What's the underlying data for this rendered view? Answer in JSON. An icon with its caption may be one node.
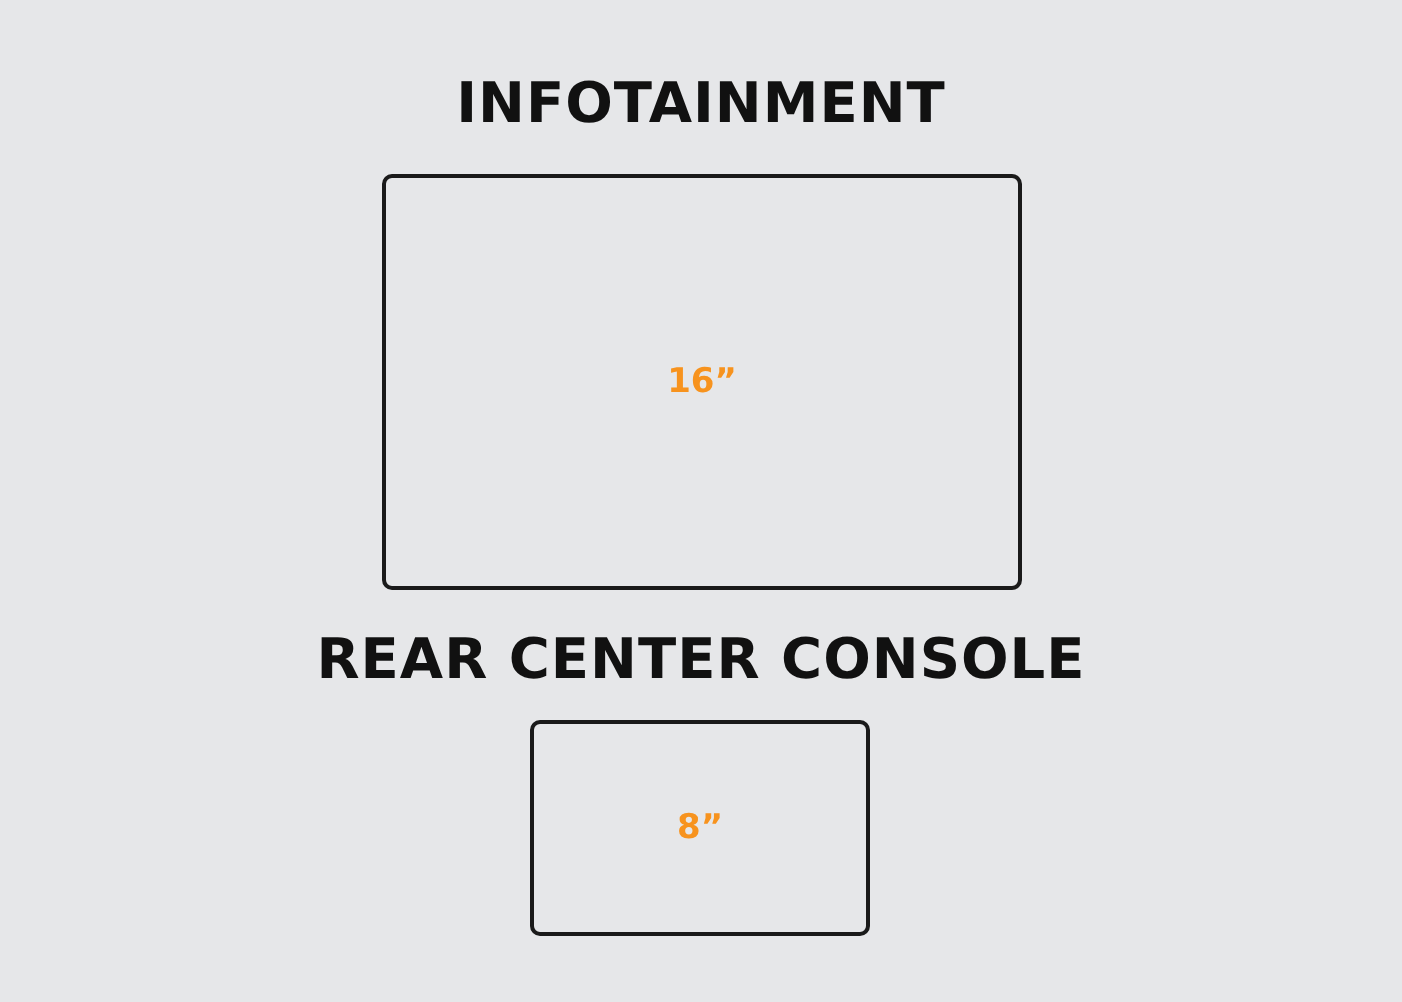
{
  "diagram": {
    "nodes": [
      {
        "text": [
          "INFOTAINMENT",
          "16”"
        ]
      },
      {
        "text": [
          "REAR CENTER CONSOLE",
          "8”"
        ]
      }
    ]
  }
}
